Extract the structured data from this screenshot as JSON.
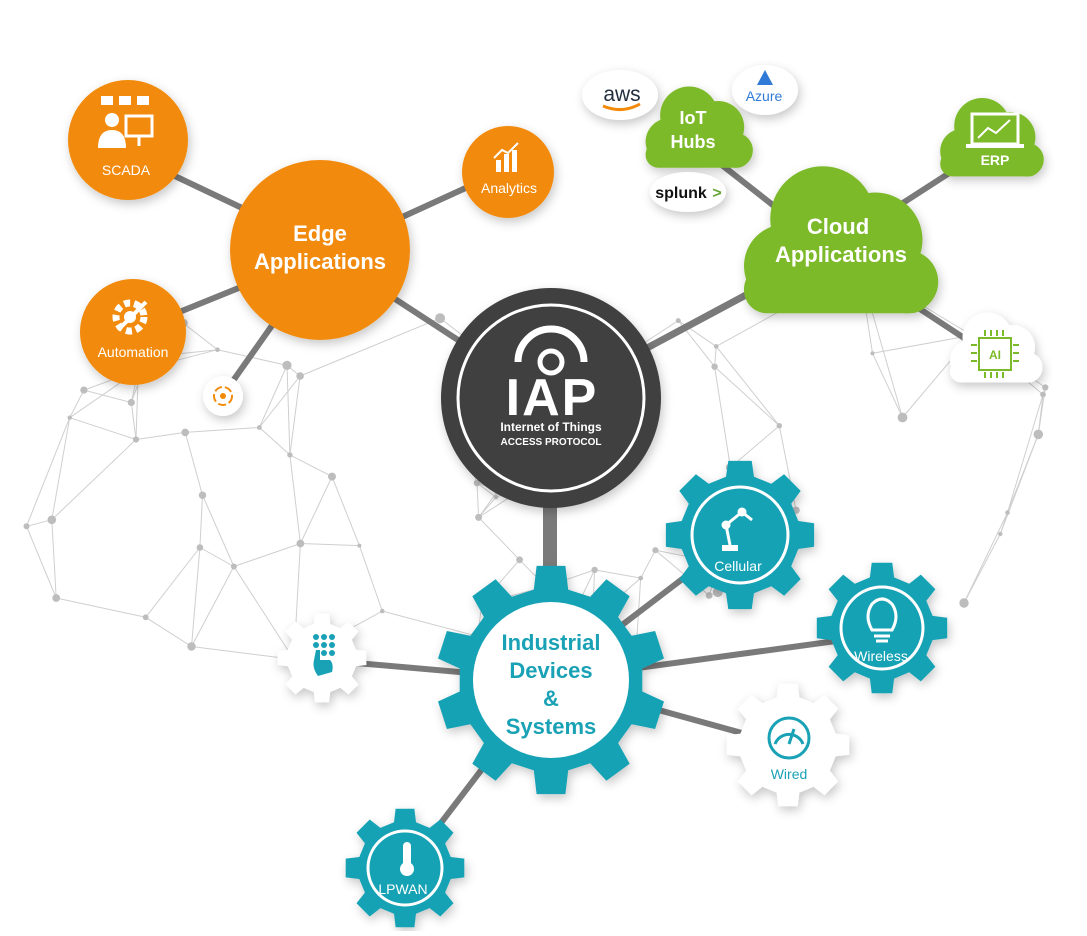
{
  "center": {
    "logo": "IAP",
    "line1": "Internet of Things",
    "line2": "ACCESS PROTOCOL"
  },
  "edge": {
    "line1": "Edge",
    "line2": "Applications"
  },
  "edge_nodes": {
    "scada": "SCADA",
    "analytics": "Analytics",
    "automation": "Automation"
  },
  "cloud": {
    "line1": "Cloud",
    "line2": "Applications"
  },
  "iot_hubs": {
    "line1": "IoT",
    "line2": "Hubs"
  },
  "cloud_nodes": {
    "aws": "aws",
    "azure": "Azure",
    "splunk": "splunk",
    "splunk_arrow": ">",
    "erp": "ERP",
    "ai": "AI"
  },
  "devices": {
    "line1": "Industrial",
    "line2": "Devices",
    "line3": "&",
    "line4": "Systems"
  },
  "device_nodes": {
    "cellular": "Cellular",
    "wireless": "Wireless",
    "wired": "Wired",
    "lpwan": "LPWAN"
  },
  "colors": {
    "orange": "#f28a0a",
    "green": "#7cba2a",
    "teal": "#19a2b5",
    "dark": "#3f3f3f",
    "connector": "#7a7a7a"
  }
}
